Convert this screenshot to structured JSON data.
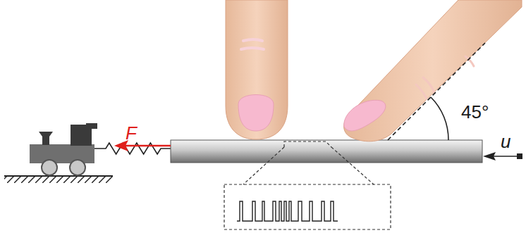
{
  "diagram": {
    "labels": [
      "F",
      "45°",
      "u"
    ]
  }
}
